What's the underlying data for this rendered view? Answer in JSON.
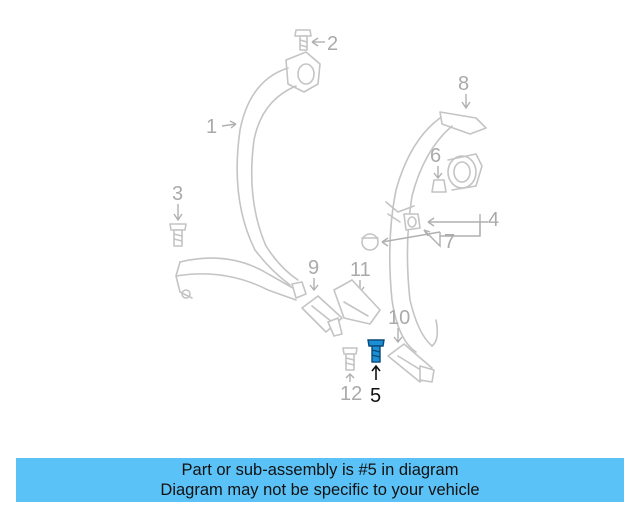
{
  "callouts": {
    "c1": "1",
    "c2": "2",
    "c3": "3",
    "c4": "4",
    "c5": "5",
    "c6": "6",
    "c7": "7",
    "c8": "8",
    "c9": "9",
    "c10": "10",
    "c11": "11",
    "c12": "12"
  },
  "highlighted_part": "5",
  "highlight_color": "#1a8fd6",
  "banner": {
    "line1": "Part or sub-assembly is #5 in diagram",
    "line2": "Diagram may not be specific to your vehicle",
    "background": "#5bc2f7"
  }
}
